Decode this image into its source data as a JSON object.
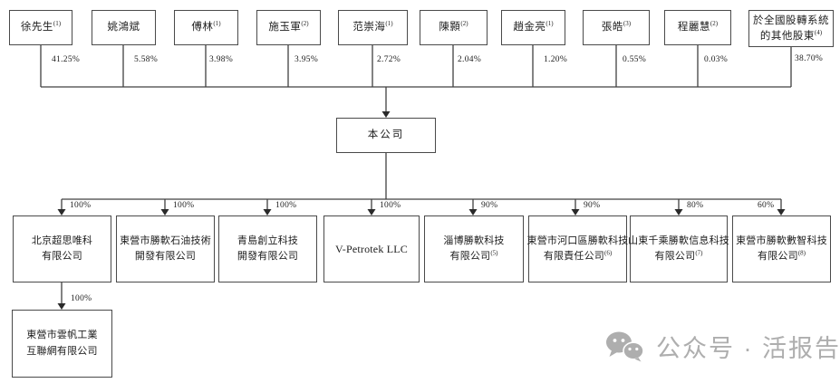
{
  "diagram": {
    "shareholders": [
      {
        "name": "徐先生",
        "sup": "(1)",
        "pct": "41.25%"
      },
      {
        "name": "姚鴻斌",
        "sup": "",
        "pct": "5.58%"
      },
      {
        "name": "傅林",
        "sup": "(1)",
        "pct": "3.98%"
      },
      {
        "name": "施玉軍",
        "sup": "(2)",
        "pct": "3.95%"
      },
      {
        "name": "范崇海",
        "sup": "(1)",
        "pct": "2.72%"
      },
      {
        "name": "陳顥",
        "sup": "(2)",
        "pct": "2.04%"
      },
      {
        "name": "趙金亮",
        "sup": "(1)",
        "pct": "1.20%"
      },
      {
        "name": "張皓",
        "sup": "(3)",
        "pct": "0.55%"
      },
      {
        "name": "程麗慧",
        "sup": "(2)",
        "pct": "0.03%"
      },
      {
        "line1": "於全國股轉系統",
        "line2": "的其他股東",
        "sup": "(4)",
        "pct": "38.70%"
      }
    ],
    "company": {
      "name": "本公司"
    },
    "subsidiaries": [
      {
        "line1": "北京超思唯科",
        "line2": "有限公司",
        "sup": "",
        "pct": "100%"
      },
      {
        "line1": "東營市勝軟石油技術",
        "line2": "開發有限公司",
        "sup": "",
        "pct": "100%"
      },
      {
        "line1": "青島創立科技",
        "line2": "開發有限公司",
        "sup": "",
        "pct": "100%"
      },
      {
        "line1": "V-Petrotek LLC",
        "line2": "",
        "sup": "",
        "pct": "100%"
      },
      {
        "line1": "淄博勝軟科技",
        "line2": "有限公司",
        "sup": "(5)",
        "pct": "90%"
      },
      {
        "line1": "東營市河口區勝軟科技",
        "line2": "有限責任公司",
        "sup": "(6)",
        "pct": "90%"
      },
      {
        "line1": "山東千乘勝軟信息科技",
        "line2": "有限公司",
        "sup": "(7)",
        "pct": "80%"
      },
      {
        "line1": "東營市勝軟數智科技",
        "line2": "有限公司",
        "sup": "(8)",
        "pct": "60%"
      }
    ],
    "second_tier": {
      "line1": "東營市雲帆工業",
      "line2": "互聯網有限公司",
      "pct": "100%"
    }
  },
  "colors": {
    "line": "#404040",
    "border": "#4a4a4a",
    "text": "#1c1c1c",
    "watermark": "#aeaeae"
  },
  "watermark": {
    "icon": "wechat-icon",
    "text": "公众号 · 活报告"
  }
}
